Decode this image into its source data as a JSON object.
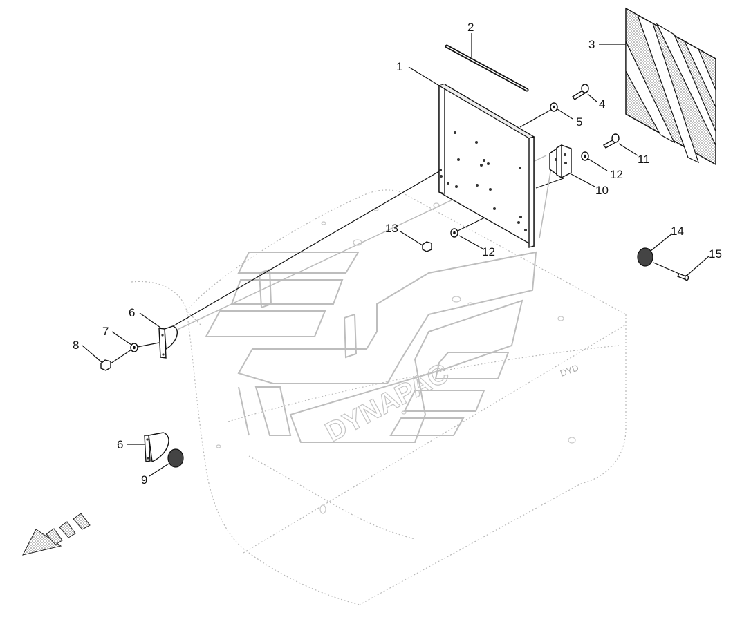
{
  "diagram": {
    "callouts": [
      {
        "id": "c1",
        "text": "1"
      },
      {
        "id": "c2",
        "text": "2"
      },
      {
        "id": "c3",
        "text": "3"
      },
      {
        "id": "c4",
        "text": "4"
      },
      {
        "id": "c5",
        "text": "5"
      },
      {
        "id": "c6a",
        "text": "6"
      },
      {
        "id": "c6b",
        "text": "6"
      },
      {
        "id": "c7",
        "text": "7"
      },
      {
        "id": "c8",
        "text": "8"
      },
      {
        "id": "c9",
        "text": "9"
      },
      {
        "id": "c10",
        "text": "10"
      },
      {
        "id": "c11",
        "text": "11"
      },
      {
        "id": "c12a",
        "text": "12"
      },
      {
        "id": "c12b",
        "text": "12"
      },
      {
        "id": "c13",
        "text": "13"
      },
      {
        "id": "c14",
        "text": "14"
      },
      {
        "id": "c15",
        "text": "15"
      }
    ],
    "brand_text": "DYNAPAC",
    "small_mark": "DYD",
    "colors": {
      "line": "#111111",
      "ghost": "#bdbdbd",
      "hatch": "#888888"
    }
  }
}
